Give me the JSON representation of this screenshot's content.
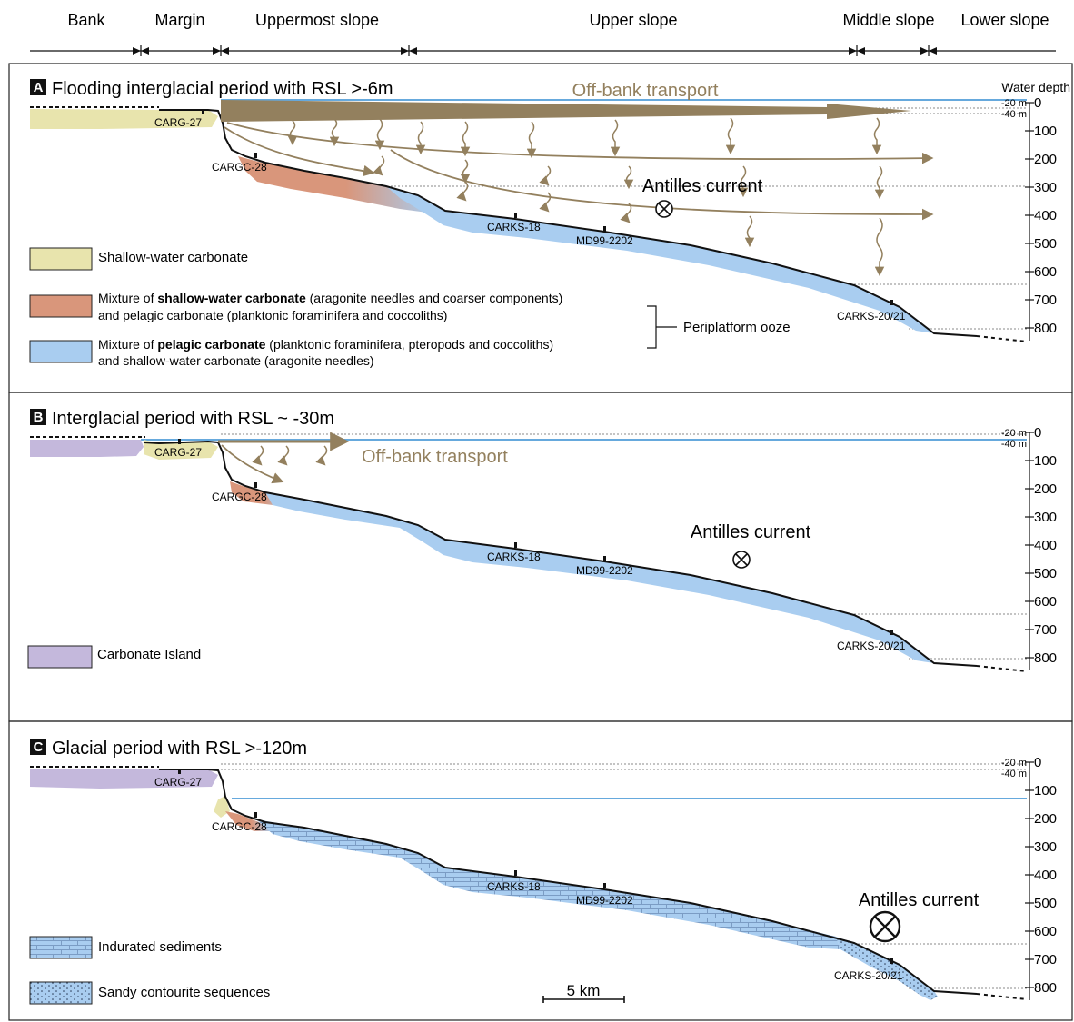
{
  "zones": [
    "Bank",
    "Margin",
    "Uppermost slope",
    "Upper slope",
    "Middle slope",
    "Lower slope"
  ],
  "depth_axis": {
    "title": "Water depth",
    "ticks": [
      "0",
      "100",
      "200",
      "300",
      "400",
      "500",
      "600",
      "700",
      "800"
    ],
    "sea_level_refs": [
      "-20 m",
      "-40 m"
    ]
  },
  "cores": {
    "carg27": "CARG-27",
    "cargc28": "CARGC-28",
    "carks18": "CARKS-18",
    "md99": "MD99-2202",
    "carks2021": "CARKS-20/21"
  },
  "panels": [
    {
      "letter": "A",
      "title": "Flooding interglacial period with RSL >-6m",
      "transport": "Off-bank transport",
      "current": "Antilles current"
    },
    {
      "letter": "B",
      "title": "Interglacial period with RSL ~ -30m",
      "transport": "Off-bank transport",
      "current": "Antilles current"
    },
    {
      "letter": "C",
      "title": "Glacial period with RSL >-120m",
      "current": "Antilles current"
    }
  ],
  "legend": {
    "shallow": "Shallow-water carbonate",
    "mix1_a": "Mixture of ",
    "mix1_b": "shallow-water carbonate",
    "mix1_c": " (aragonite needles and coarser components)",
    "mix1_d": "and pelagic carbonate (planktonic foraminifera and coccoliths)",
    "mix2_a": "Mixture of ",
    "mix2_b": "pelagic carbonate",
    "mix2_c": " (planktonic foraminifera, pteropods and coccoliths)",
    "mix2_d": "and shallow-water carbonate (aragonite needles)",
    "periplatform": "Periplatform ooze",
    "island": "Carbonate Island",
    "indurated": "Indurated sediments",
    "sandy": "Sandy contourite sequences"
  },
  "scale_bar": "5 km",
  "colors": {
    "shallow": "#e8e4ad",
    "mix_shallow": "#d9967b",
    "pelagic": "#a9cdf0",
    "island": "#c4b8dc",
    "transport": "#93805e",
    "sea_level": "#66a9dd"
  }
}
